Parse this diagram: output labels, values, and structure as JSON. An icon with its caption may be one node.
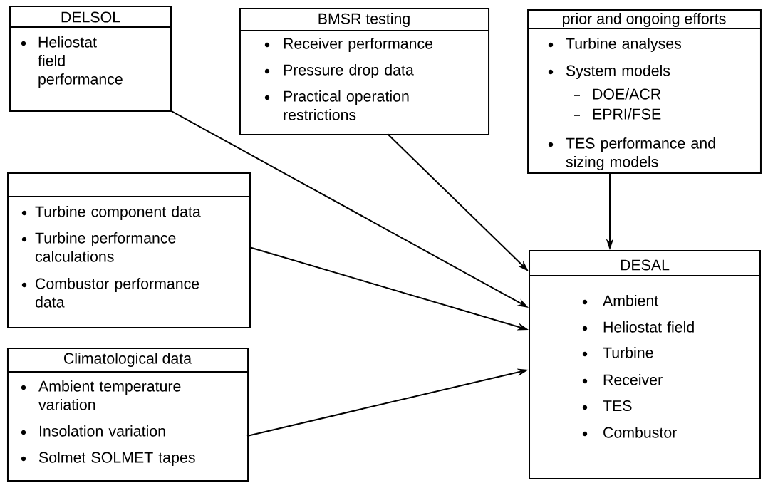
{
  "diagram": {
    "nodes": [
      {
        "text": [
          "DELSOL",
          "Heliostat field performance"
        ]
      },
      {
        "text": [
          "BMSR testing",
          "Receiver performance",
          "Pressure drop data",
          "Practical operation restrictions"
        ]
      },
      {
        "text": [
          "prior and ongoing efforts",
          "Turbine analyses",
          "System models",
          "DOE/ACR",
          "EPRI/FSE",
          "TES performance and sizing models"
        ]
      },
      {
        "text": [
          "Turbine component data",
          "Turbine performance calculations",
          "Combustor performance data"
        ]
      },
      {
        "text": [
          "Climatological data",
          "Ambient temperature variation",
          "Insolation variation",
          "Solmet SOLMET tapes"
        ]
      },
      {
        "text": [
          "DESAL",
          "Ambient",
          "Heliostat field",
          "Turbine",
          "Receiver",
          "TES",
          "Combustor"
        ]
      }
    ],
    "edges": [
      {
        "from": 0,
        "to": 5,
        "arrow": "to"
      },
      {
        "from": 1,
        "to": 5,
        "arrow": "to"
      },
      {
        "from": 2,
        "to": 5,
        "arrow": "to"
      },
      {
        "from": 3,
        "to": 5,
        "arrow": "to"
      },
      {
        "from": 4,
        "to": 5,
        "arrow": "to"
      }
    ]
  }
}
